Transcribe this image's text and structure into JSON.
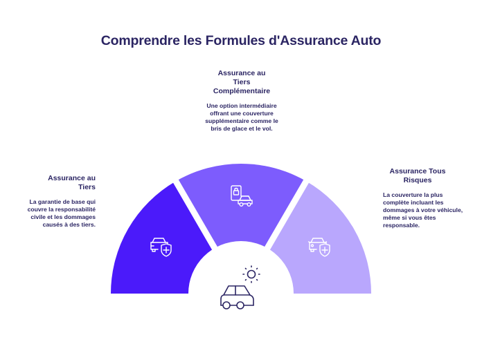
{
  "title": "Comprendre les Formules d'Assurance Auto",
  "segments": [
    {
      "id": "tiers",
      "title": "Assurance au Tiers",
      "title_lines": [
        "Assurance au",
        "Tiers"
      ],
      "description": "La garantie de base qui couvre la responsabilité civile et les dommages causés à des tiers.",
      "color": "#4b1afa",
      "icon": "car-shield-icon"
    },
    {
      "id": "tiers-complementaire",
      "title": "Assurance au Tiers Complémentaire",
      "title_lines": [
        "Assurance au",
        "Tiers",
        "Complémentaire"
      ],
      "description": "Une option intermédiaire offrant une couverture supplémentaire comme le bris de glace et le vol.",
      "color": "#7d5cfd",
      "icon": "phone-lock-car-icon"
    },
    {
      "id": "tous-risques",
      "title": "Assurance Tous Risques",
      "title_lines": [
        "Assurance Tous",
        "Risques"
      ],
      "description": "La couverture la plus complète incluant les dommages à votre véhicule, même si vous êtes responsable.",
      "color": "#b9a7fd",
      "icon": "car-shield-icon"
    }
  ],
  "center_icon": "car-sun-icon",
  "colors": {
    "title": "#2b2563",
    "center_icon_stroke": "#2b2563"
  }
}
